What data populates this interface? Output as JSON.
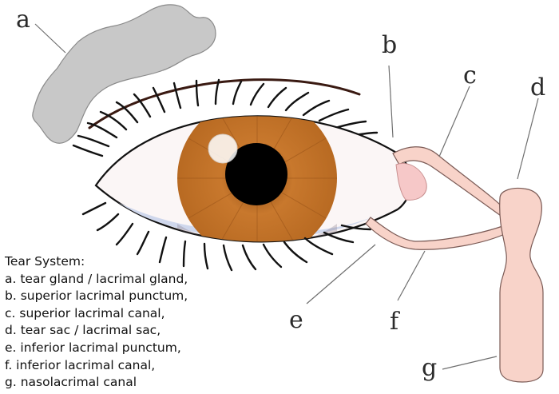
{
  "labels": {
    "a": "a",
    "b": "b",
    "c": "c",
    "d": "d",
    "e": "e",
    "f": "f",
    "g": "g"
  },
  "legend": {
    "title": "Tear System:",
    "items": [
      "a. tear gland / lacrimal gland,",
      "b. superior lacrimal punctum,",
      "c. superior lacrimal canal,",
      "d. tear sac / lacrimal sac,",
      "e. inferior lacrimal punctum,",
      "f. inferior lacrimal canal,",
      "g. nasolacrimal canal"
    ]
  },
  "colors": {
    "gland": "#c8c8c8",
    "iris": "#c8782d",
    "pupil": "#000000",
    "sclera": "#fbf6f6",
    "duct": "#f8d3c9",
    "outline": "#111111"
  }
}
